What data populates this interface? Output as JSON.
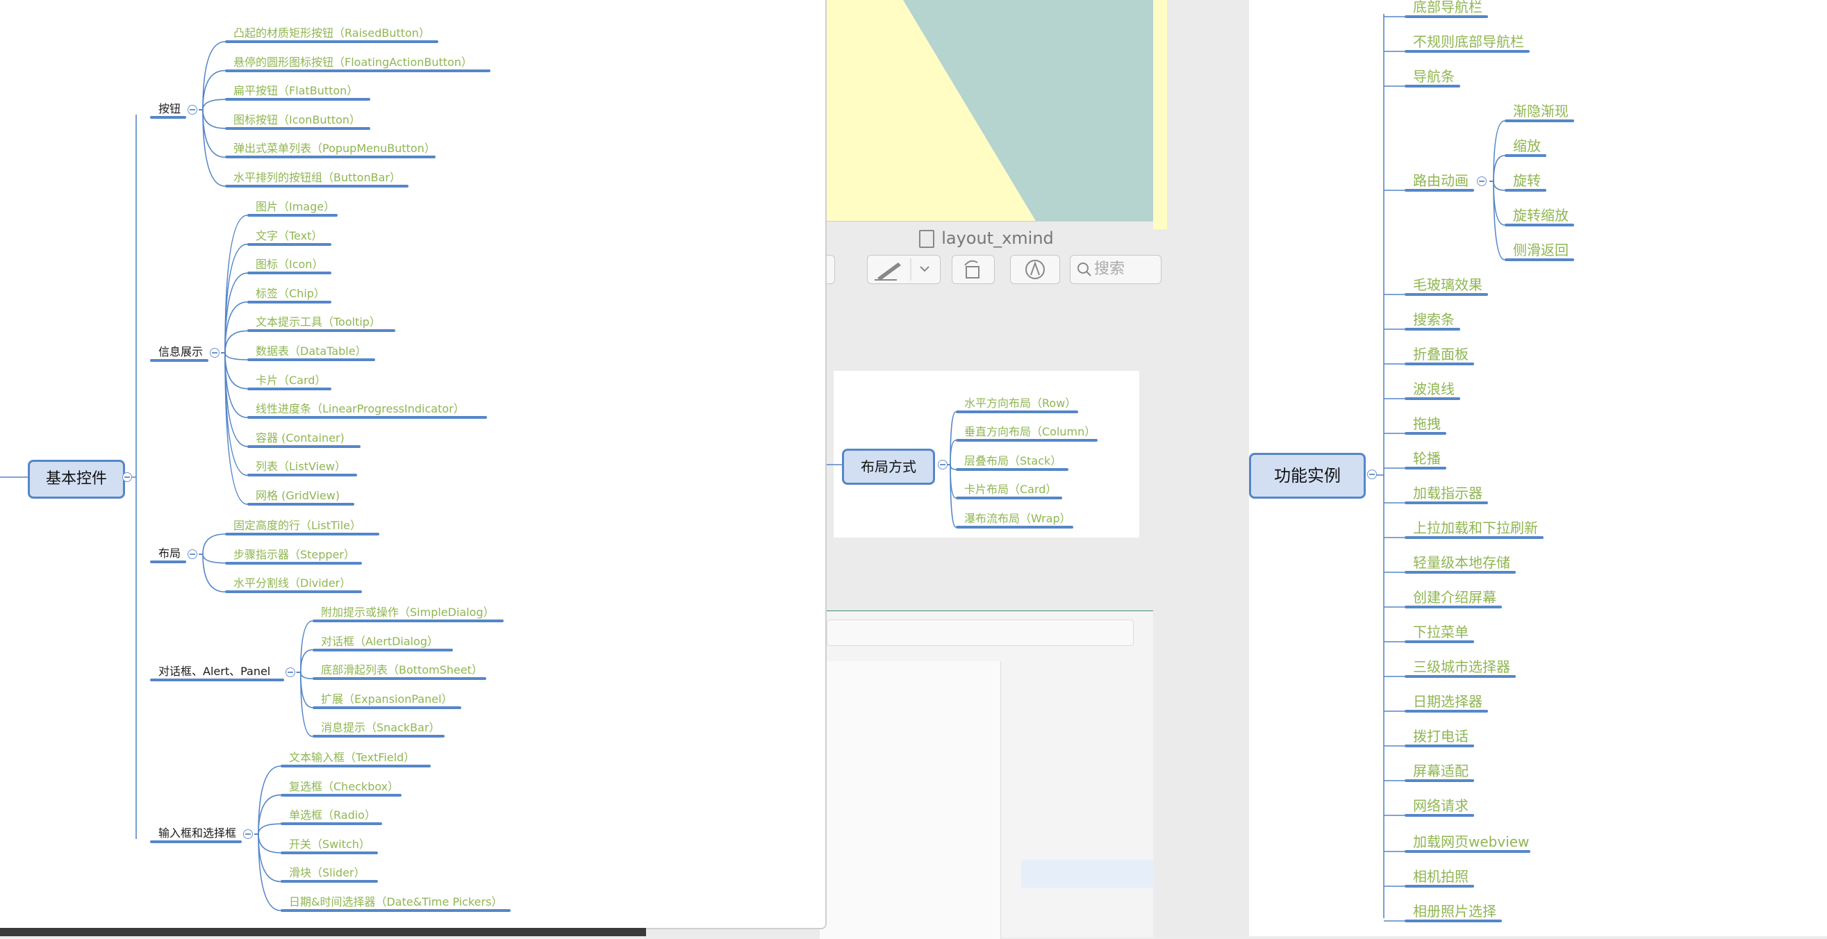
{
  "desktop": {},
  "xmind_window": {
    "title": "layout_xmind",
    "search_placeholder": "搜索",
    "branch": {
      "label": "布局方式",
      "children": [
        "水平方向布局（Row）",
        "垂直方向布局（Column）",
        "层叠布局（Stack）",
        "卡片布局（Card）",
        "瀑布流布局（Wrap）"
      ]
    }
  },
  "left_map": {
    "root": "基本控件",
    "groups": [
      {
        "label": "按钮",
        "items": [
          "凸起的材质矩形按钮（RaisedButton）",
          "悬停的圆形图标按钮（FloatingActionButton）",
          "扁平按钮（FlatButton）",
          "图标按钮（IconButton）",
          "弹出式菜单列表（PopupMenuButton）",
          "水平排列的按钮组（ButtonBar）"
        ]
      },
      {
        "label": "信息展示",
        "items": [
          "图片（Image）",
          "文字（Text）",
          "图标（Icon）",
          "标签（Chip）",
          "文本提示工具（Tooltip）",
          "数据表（DataTable）",
          "卡片（Card）",
          "线性进度条（LinearProgressIndicator）",
          "容器 (Container)",
          "列表（ListView）",
          "网格 (GridView)"
        ]
      },
      {
        "label": "布局",
        "items": [
          "固定高度的行（ListTile）",
          "步骤指示器（Stepper）",
          "水平分割线（Divider）"
        ]
      },
      {
        "label": "对话框、Alert、Panel",
        "items": [
          "附加提示或操作（SimpleDialog）",
          "对话框（AlertDialog）",
          "底部滑起列表（BottomSheet）",
          "扩展（ExpansionPanel）",
          "消息提示（SnackBar）"
        ]
      },
      {
        "label": "输入框和选择框",
        "items": [
          "文本输入框（TextField）",
          "复选框（Checkbox）",
          "单选框（Radio）",
          "开关（Switch）",
          "滑块（Slider）",
          "日期&时间选择器（Date&Time Pickers）"
        ]
      }
    ]
  },
  "right_map": {
    "root": "功能实例",
    "items": [
      "底部导航栏",
      "不规则底部导航栏",
      "导航条",
      "路由动画",
      "毛玻璃效果",
      "搜索条",
      "折叠面板",
      "波浪线",
      "拖拽",
      "轮播",
      "加载指示器",
      "上拉加载和下拉刷新",
      "轻量级本地存储",
      "创建介绍屏幕",
      "下拉菜单",
      "三级城市选择器",
      "日期选择器",
      "拨打电话",
      "屏幕适配",
      "网络请求",
      "加载网页webview",
      "相机拍照",
      "相册照片选择"
    ],
    "route_children": [
      "渐隐渐现",
      "缩放",
      "旋转",
      "旋转缩放",
      "侧滑返回"
    ]
  },
  "colors": {
    "node_text": "#8fb651",
    "line": "#5586c8",
    "root_fill": "#d2dff3"
  }
}
